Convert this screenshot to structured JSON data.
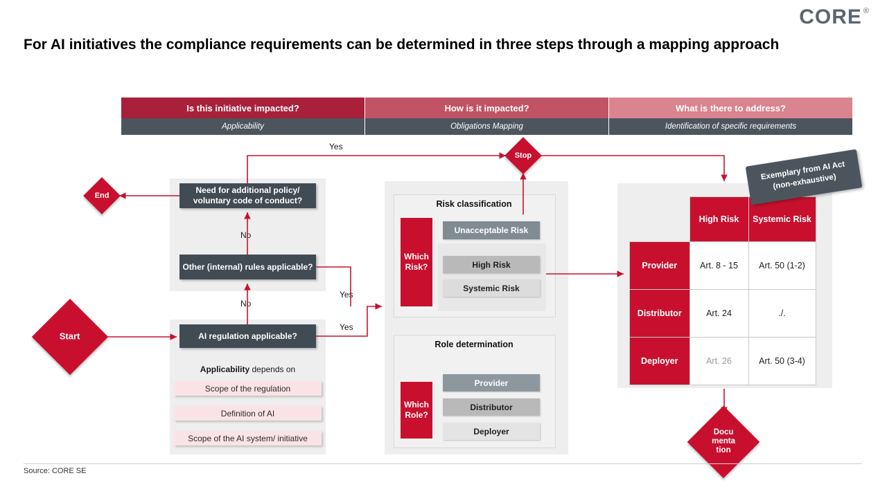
{
  "brand": {
    "logo_text": "CORE",
    "logo_mark": "®",
    "accent": "#c8102e",
    "dark": "#414b54"
  },
  "title": "For AI initiatives the compliance requirements can be determined in three steps through a mapping approach",
  "phases": [
    {
      "title": "Is this initiative impacted?",
      "subtitle": "Applicability",
      "color": "#a8203a"
    },
    {
      "title": "How is it impacted?",
      "subtitle": "Obligations Mapping",
      "color": "#c15464"
    },
    {
      "title": "What is there to address?",
      "subtitle": "Identification of specific requirements",
      "color": "#d9848f"
    }
  ],
  "nodes": {
    "start": "Start",
    "end": "End",
    "stop": "Stop",
    "documentation": "Docu\nmenta\ntion",
    "ai_regulation": "AI regulation applicable?",
    "other_rules": "Other (internal) rules applicable?",
    "need_policy": "Need for additional policy/ voluntary code of conduct?"
  },
  "applicability": {
    "heading_bold": "Applicability",
    "heading_rest": " depends on",
    "items": [
      "Scope of the regulation",
      "Definition of AI",
      "Scope of the AI system/ initiative"
    ]
  },
  "risk": {
    "section_title": "Risk classification",
    "side_label": "Which Risk?",
    "items": [
      {
        "label": "Unacceptable Risk",
        "bg": "#808b92",
        "color": "#ffffff"
      },
      {
        "label": "High Risk",
        "bg": "#b9b9b9",
        "color": "#1f1f1f"
      },
      {
        "label": "Systemic Risk",
        "bg": "#dcdcdc",
        "color": "#1f1f1f"
      }
    ]
  },
  "role": {
    "section_title": "Role determination",
    "side_label": "Which Role?",
    "items": [
      {
        "label": "Provider",
        "bg": "#8d979e",
        "color": "#ffffff"
      },
      {
        "label": "Distributor",
        "bg": "#b9b9b9",
        "color": "#1f1f1f"
      },
      {
        "label": "Deployer",
        "bg": "#e4e4e4",
        "color": "#1f1f1f"
      }
    ]
  },
  "matrix": {
    "columns": [
      "High Risk",
      "Systemic Risk"
    ],
    "rows": [
      {
        "label": "Provider",
        "cells": [
          {
            "text": "Art. 8 - 15",
            "faded": false
          },
          {
            "text": "Art. 50 (1-2)",
            "faded": false
          }
        ]
      },
      {
        "label": "Distributor",
        "cells": [
          {
            "text": "Art. 24",
            "faded": false
          },
          {
            "text": "./.",
            "faded": false
          }
        ]
      },
      {
        "label": "Deployer",
        "cells": [
          {
            "text": "Art. 26",
            "faded": true
          },
          {
            "text": "Art. 50 (3-4)",
            "faded": false
          }
        ]
      }
    ]
  },
  "callout": {
    "line1": "Exemplary from AI Act",
    "line2": "(non-exhaustive)"
  },
  "edge_labels": {
    "yes_top": "Yes",
    "no_upper": "No",
    "no_lower": "No",
    "yes_mid": "Yes",
    "yes_bottom": "Yes"
  },
  "source": "Source: CORE  SE"
}
